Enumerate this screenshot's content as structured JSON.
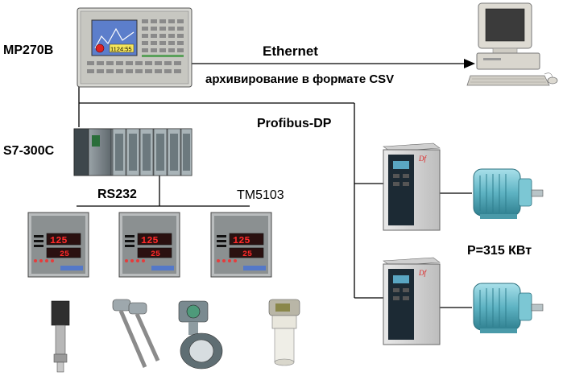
{
  "labels": {
    "mp270b": "MP270B",
    "s7_300c": "S7-300C",
    "ethernet": "Ethernet",
    "archive_csv": "архивирование в формате CSV",
    "profibus_dp": "Profibus-DP",
    "rs232": "RS232",
    "tm5103": "TM5103",
    "power": "P=315 КВт"
  },
  "devices": {
    "hmi_clock": "1124:55",
    "controller_displays": [
      {
        "top": "125",
        "bottom": "25"
      },
      {
        "top": "125",
        "bottom": "25"
      },
      {
        "top": "125",
        "bottom": "25"
      }
    ]
  },
  "colors": {
    "wire": "#000000",
    "motor": "#5fb4c4",
    "drive_front": "#1c2a34",
    "display_red": "#ff2a2a"
  }
}
